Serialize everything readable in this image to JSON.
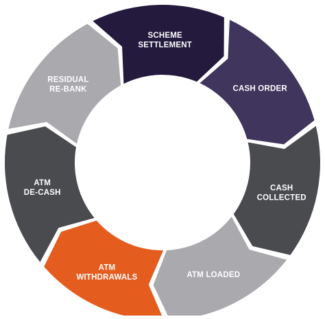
{
  "cycle": {
    "stages": [
      {
        "lines": [
          "CASH ORDER"
        ],
        "color": "#40355c"
      },
      {
        "lines": [
          "CASH",
          "COLLECTED"
        ],
        "color": "#4a4b4f"
      },
      {
        "lines": [
          "ATM LOADED"
        ],
        "color": "#a9a9ae"
      },
      {
        "lines": [
          "ATM",
          "WITHDRAWALS"
        ],
        "color": "#e45c1e"
      },
      {
        "lines": [
          "ATM",
          "DE-CASH"
        ],
        "color": "#4a4b4f"
      },
      {
        "lines": [
          "RESIDUAL",
          "RE-BANK"
        ],
        "color": "#a9a9ae"
      },
      {
        "lines": [
          "SCHEME",
          "SETTLEMENT"
        ],
        "color": "#231a3d"
      }
    ]
  }
}
